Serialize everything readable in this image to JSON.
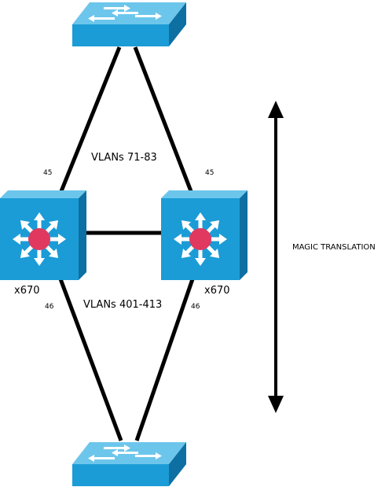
{
  "diagram": {
    "vlan_upper": "VLANs 71-83",
    "vlan_lower": "VLANs 401-413",
    "port_top_left": "45",
    "port_top_right": "45",
    "port_bottom_left": "46",
    "port_bottom_right": "46",
    "left_router_name": "x670",
    "right_router_name": "x670",
    "translation_label": "MAGIC TRANSLATION"
  },
  "colors": {
    "device_face": "#1b9cd6",
    "device_top": "#6cc6ec",
    "device_side": "#0d6fa2",
    "router_core": "#e0385f",
    "link": "#000000"
  },
  "icons": {
    "top_switch": "layer2-switch-icon",
    "bottom_switch": "layer2-switch-icon",
    "left_router": "layer3-switch-icon",
    "right_router": "layer3-switch-icon",
    "translation_arrow": "double-headed-vertical-arrow-icon"
  }
}
